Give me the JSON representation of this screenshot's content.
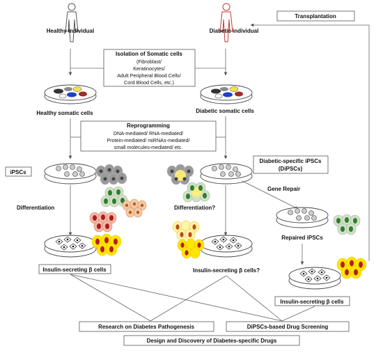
{
  "people": {
    "healthy": "Healthy individual",
    "diabetic": "Diabetic individual"
  },
  "transplantation": "Transplantation",
  "isolation": {
    "title": "Isolation of Somatic cells",
    "lines": [
      "(Fibroblast/",
      "Keratinocytes/",
      "Adult Peripheral Blood Cells/",
      "Cord Blood Cells, etc.)"
    ]
  },
  "healthy_somatic": "Healthy somatic cells",
  "diabetic_somatic": "Diabetic somatic cells",
  "reprogramming": {
    "title": "Reprogramming",
    "lines": [
      "DNA-mediated/ RNA-mediated/",
      "Protein-mediated/ miRNAs-mediated/",
      "small molecules-mediated/ etc."
    ]
  },
  "ipscs": "iPSCs",
  "dipscs": [
    "Diabetic-specific iPSCs",
    "(DiPSCs)"
  ],
  "gene_repair": "Gene Repair",
  "differentiation": "Differentiation",
  "differentiation_q": "Differentiation?",
  "repaired_ipscs": "Repaired iPSCs",
  "insulin_healthy": "Insulin-secreting β cells",
  "insulin_diabetic": "Insulin-secreting β cells?",
  "insulin_repaired": "Insulin-secreting β cells",
  "research": "Research on Diabetes Pathogenesis",
  "screening": "DiPSCs-based Drug Screening",
  "discovery": "Design and Discovery of Diabetes-specific Drugs",
  "colors": {
    "grey_cell": "#8c8c8c",
    "green_cell": "#2e7d32",
    "orange_cell": "#d2691e",
    "red_cell": "#b71c1c",
    "yellow_glow": "#ffe600",
    "diabetic_figure": "#c0392b"
  }
}
